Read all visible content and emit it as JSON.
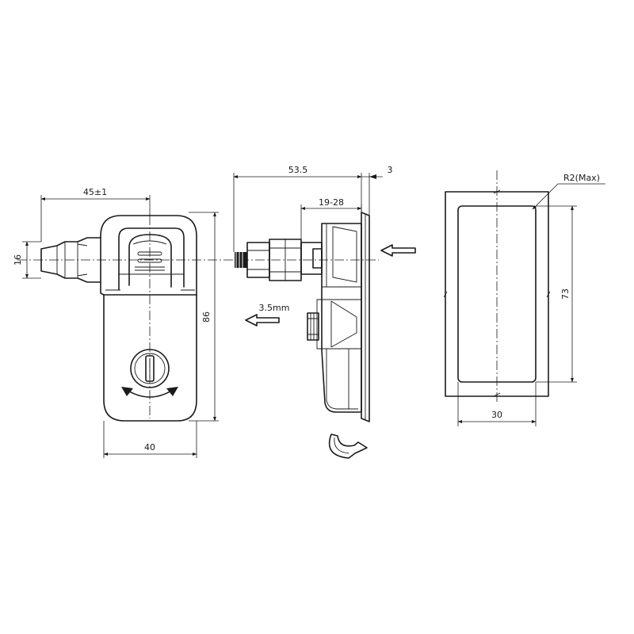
{
  "dimensions": {
    "front_width": "45±1",
    "front_height": "86",
    "front_body_width": "40",
    "nose_height": "16",
    "side_depth": "53.5",
    "flange_thickness": "3",
    "panel_range": "19-28",
    "travel": "3.5mm",
    "cutout_radius": "R2(Max)",
    "cutout_height": "73",
    "cutout_width": "30"
  },
  "colors": {
    "line": "#1a1a1a",
    "background": "#ffffff"
  }
}
